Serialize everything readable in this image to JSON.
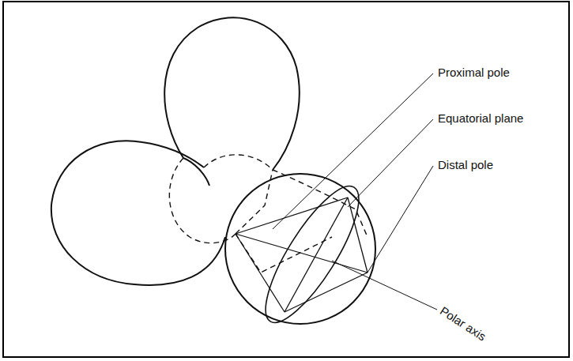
{
  "diagram": {
    "labels": [
      "Proximal pole",
      "Equatorial plane",
      "Distal pole",
      "Polar axis"
    ]
  }
}
